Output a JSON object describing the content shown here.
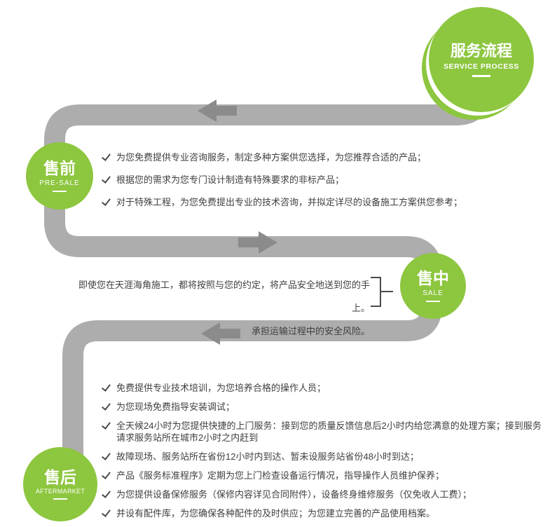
{
  "badge": {
    "zh": "服务流程",
    "en": "SERVICE PROCESS"
  },
  "stages": [
    {
      "id": "pre-sale",
      "zh": "售前",
      "en": "PRE-SALE",
      "items": [
        "为您免费提供专业咨询服务，制定多种方案供您选择，为您推荐合适的产品；",
        "根据您的需求为您专门设计制造有特殊要求的非标产品；",
        "对于特殊工程，为您免费提出专业的技术咨询，并拟定详尽的设备施工方案供您参考；"
      ]
    },
    {
      "id": "sale",
      "zh": "售中",
      "en": "SALE",
      "items": [
        "即使您在天涯海角施工，都将按照与您的约定，将产品安全地送到您的手上。",
        "承担运输过程中的安全风险。"
      ]
    },
    {
      "id": "aftermarket",
      "zh": "售后",
      "en": "AFTERMARKET",
      "items": [
        "免费提供专业技术培训，为您培养合格的操作人员；",
        "为您现场免费指导安装调试；",
        "全天候24小时为您提供快捷的上门服务：接到您的质量反馈信息后2小时内给您满意的处理方案；接到服务请求服务站所在城市2小时之内赶到",
        "故障现场、服务站所在省份12小时内到达、暂未设服务站省份48小时到达；",
        "产品《服务标准程序》定期为您上门检查设备运行情况，指导操作人员维护保养；",
        "为您提供设备保修服务（保修内容详见合同附件），设备终身维修服务（仅免收人工费）；",
        "并设有配件库，为您确保各种配件的及时供应；为您建立完善的产品使用档案。"
      ]
    }
  ],
  "colors": {
    "accent_green": "#8dc63f",
    "road_gray": "#adadad",
    "arrow_gray": "#8b8b8b",
    "text_gray": "#3f3f3f"
  }
}
